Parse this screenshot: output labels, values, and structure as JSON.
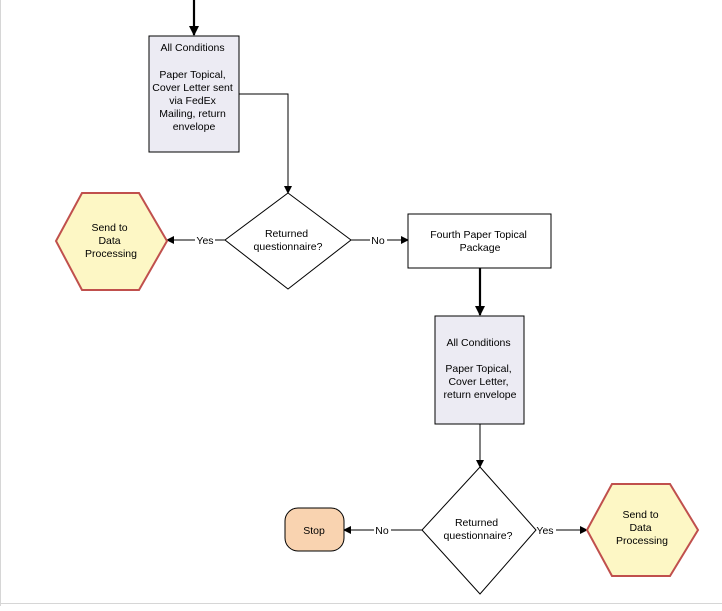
{
  "colors": {
    "process_fill": "#ecebf3",
    "terminal_fill": "#fdf7c5",
    "terminal_stroke": "#c0504d",
    "stop_fill": "#f9d3b0",
    "stroke": "#000000"
  },
  "nodes": {
    "box1": {
      "lines": [
        "All Conditions",
        "",
        "Paper Topical,",
        "Cover Letter sent",
        "via FedEx",
        "Mailing, return",
        "envelope"
      ]
    },
    "decision1": {
      "lines": [
        "Returned",
        "questionnaire?"
      ]
    },
    "send1": {
      "lines": [
        "Send to",
        "Data",
        "Processing"
      ]
    },
    "fourth": {
      "lines": [
        "Fourth Paper Topical",
        "Package"
      ]
    },
    "box2": {
      "lines": [
        "All Conditions",
        "",
        "Paper Topical,",
        "Cover Letter,",
        "return envelope"
      ]
    },
    "decision2": {
      "lines": [
        "Returned",
        "questionnaire?"
      ]
    },
    "stop": {
      "lines": [
        "Stop"
      ]
    },
    "send2": {
      "lines": [
        "Send to",
        "Data",
        "Processing"
      ]
    }
  },
  "edges": {
    "d1_yes": "Yes",
    "d1_no": "No",
    "d2_no": "No",
    "d2_yes": "Yes"
  }
}
